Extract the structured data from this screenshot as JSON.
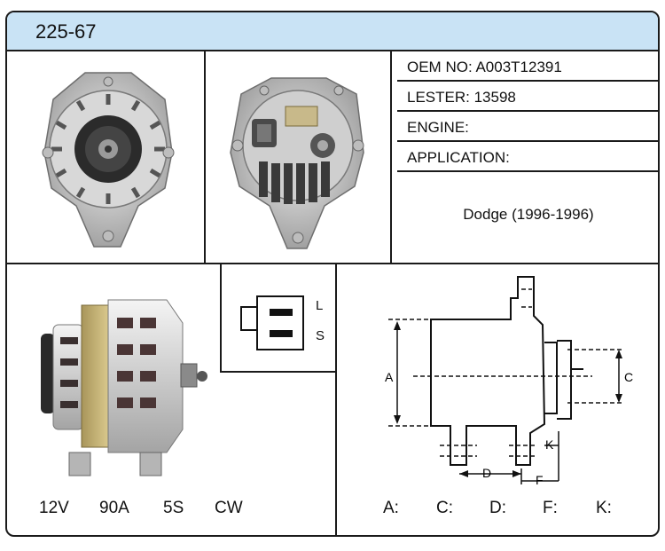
{
  "header": {
    "title": "225-67"
  },
  "info": {
    "oem": "OEM NO: A003T12391",
    "lester": "LESTER: 13598",
    "engine": "ENGINE:",
    "application": "APPLICATION:",
    "application_value": "Dodge (1996-1996)"
  },
  "connector": {
    "pin1": "L",
    "pin2": "S"
  },
  "specs": {
    "voltage": "12V",
    "amperage": "90A",
    "groove": "5S",
    "rotation": "CW"
  },
  "diagram": {
    "labels": {
      "a": "A",
      "c": "C",
      "d": "D",
      "f": "F",
      "k": "K"
    },
    "values": {
      "a": "A:",
      "c": "C:",
      "d": "D:",
      "f": "F:",
      "k": "K:"
    }
  }
}
